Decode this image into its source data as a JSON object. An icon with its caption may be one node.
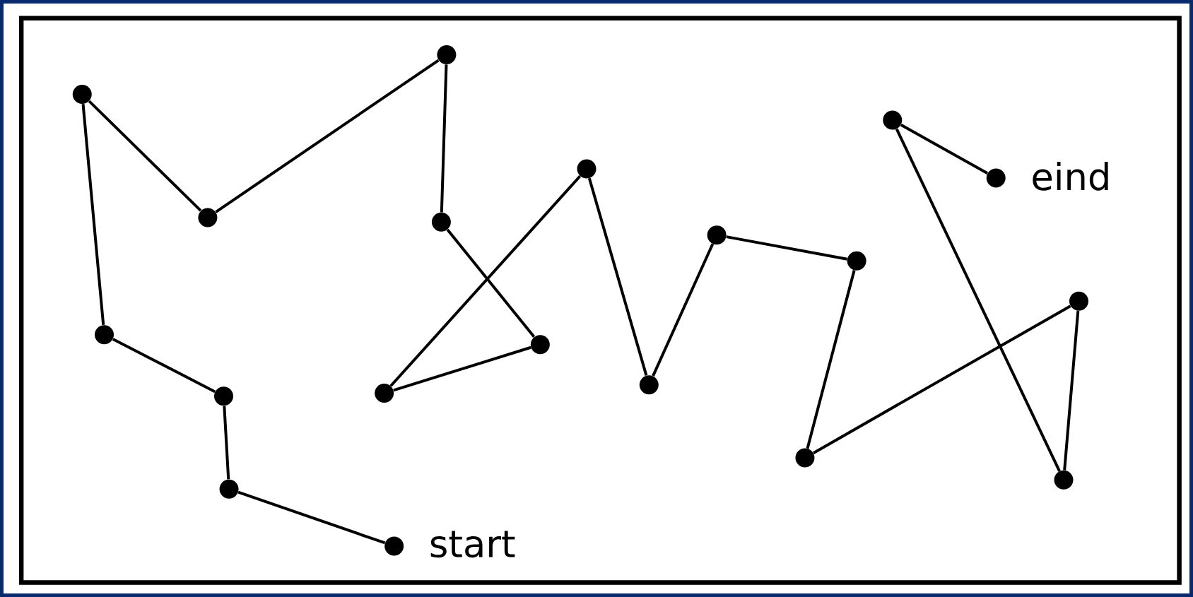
{
  "diagram": {
    "nodes": [
      {
        "text": [],
        "shape": "circle",
        "beside": [
          "start"
        ]
      },
      {
        "text": [],
        "shape": "circle"
      },
      {
        "text": [],
        "shape": "circle"
      },
      {
        "text": [],
        "shape": "circle"
      },
      {
        "text": [],
        "shape": "circle"
      },
      {
        "text": [],
        "shape": "circle"
      },
      {
        "text": [],
        "shape": "circle"
      },
      {
        "text": [],
        "shape": "circle"
      },
      {
        "text": [],
        "shape": "circle"
      },
      {
        "text": [],
        "shape": "circle"
      },
      {
        "text": [],
        "shape": "circle"
      },
      {
        "text": [],
        "shape": "circle"
      },
      {
        "text": [],
        "shape": "circle"
      },
      {
        "text": [],
        "shape": "circle"
      },
      {
        "text": [],
        "shape": "circle"
      },
      {
        "text": [],
        "shape": "circle"
      },
      {
        "text": [],
        "shape": "circle"
      },
      {
        "text": [],
        "shape": "circle"
      },
      {
        "text": [],
        "shape": "circle",
        "beside": [
          "eind"
        ]
      }
    ],
    "edges": [
      {
        "from": 0,
        "to": 1,
        "arrow": "none"
      },
      {
        "from": 1,
        "to": 2,
        "arrow": "none"
      },
      {
        "from": 2,
        "to": 3,
        "arrow": "none"
      },
      {
        "from": 3,
        "to": 4,
        "arrow": "none"
      },
      {
        "from": 4,
        "to": 5,
        "arrow": "none"
      },
      {
        "from": 5,
        "to": 6,
        "arrow": "none"
      },
      {
        "from": 6,
        "to": 7,
        "arrow": "none"
      },
      {
        "from": 7,
        "to": 8,
        "arrow": "none"
      },
      {
        "from": 8,
        "to": 9,
        "arrow": "none"
      },
      {
        "from": 9,
        "to": 10,
        "arrow": "none"
      },
      {
        "from": 10,
        "to": 11,
        "arrow": "none"
      },
      {
        "from": 11,
        "to": 12,
        "arrow": "none"
      },
      {
        "from": 12,
        "to": 13,
        "arrow": "none"
      },
      {
        "from": 13,
        "to": 14,
        "arrow": "none"
      },
      {
        "from": 14,
        "to": 15,
        "arrow": "none"
      },
      {
        "from": 15,
        "to": 16,
        "arrow": "none"
      },
      {
        "from": 16,
        "to": 17,
        "arrow": "none"
      },
      {
        "from": 17,
        "to": 18,
        "arrow": "none"
      }
    ]
  }
}
